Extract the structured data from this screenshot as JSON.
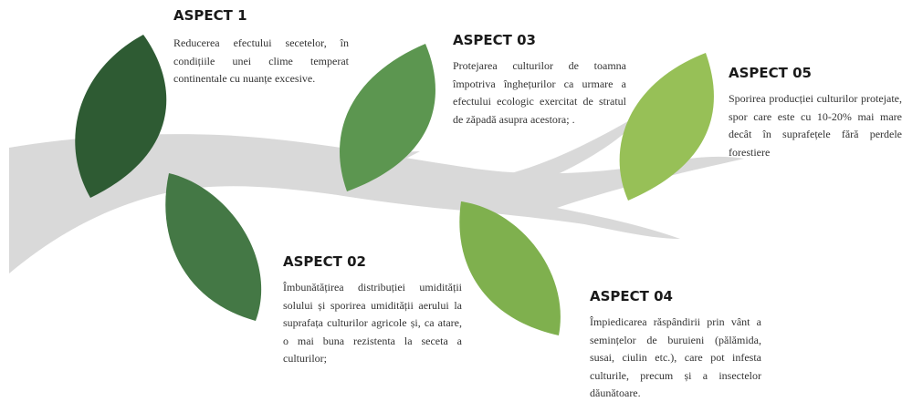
{
  "colors": {
    "branch": "#d9d9d9",
    "leaf_1": "#2e5b33",
    "leaf_2": "#447845",
    "leaf_3": "#5c9650",
    "leaf_4": "#7fb04e",
    "leaf_5": "#97c057"
  },
  "aspects": [
    {
      "title": "ASPECT 1",
      "text": "Reducerea efectului secetelor, în condițiile unei clime temperat continentale cu nuanțe excesive."
    },
    {
      "title": "ASPECT 02",
      "text": "Îmbunătățirea distribuției umidității solului și sporirea umidității aerului la suprafața culturilor agricole și, ca atare, o mai buna rezistenta la seceta a culturilor;"
    },
    {
      "title": "ASPECT 03",
      "text": "Protejarea culturilor de toamna împotriva înghețurilor ca urmare a efectului ecologic exercitat de stratul de zăpadă asupra acestora; ."
    },
    {
      "title": "ASPECT 04",
      "text": "Împiedicarea răspândirii prin vânt a semințelor de buruieni (pălămida, susai, ciulin etc.), care pot infesta culturile, precum și a insectelor dăunătoare."
    },
    {
      "title": "ASPECT 05",
      "text": "Sporirea producției culturilor protejate, spor care este cu 10-20% mai mare decât în suprafețele fără perdele forestiere"
    }
  ]
}
